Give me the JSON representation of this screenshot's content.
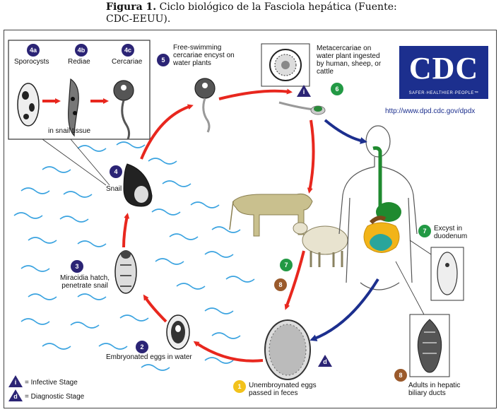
{
  "caption": {
    "figure_label": "Figura 1.",
    "text": " Ciclo biológico de la Fasciola hepática (Fuente: CDC-EEUU)."
  },
  "logo": {
    "main": "CDC",
    "tagline": "SAFER·HEALTHIER·PEOPLE™",
    "url": "http://www.dpd.cdc.gov/dpdx"
  },
  "stages": {
    "s4a": {
      "badge": "4a",
      "label": "Sporocysts"
    },
    "s4b": {
      "badge": "4b",
      "label": "Rediae"
    },
    "s4c": {
      "badge": "4c",
      "label": "Cercariae"
    },
    "snail_tissue": "in snail tissue",
    "s5": {
      "badge": "5",
      "label": "Free-swimming cercariae encyst on water plants"
    },
    "s6": {
      "badge": "6",
      "label": "Metacercariae on water plant ingested by human, sheep, or cattle"
    },
    "s4": {
      "badge": "4",
      "label": "Snail"
    },
    "s3": {
      "badge": "3",
      "label": "Miracidia hatch, penetrate snail"
    },
    "s2": {
      "badge": "2",
      "label": "Embryonated eggs in water"
    },
    "s1": {
      "badge": "1",
      "label": "Unembroynated eggs passed in feces"
    },
    "s7a": {
      "badge": "7",
      "label": "Excyst in duodenum"
    },
    "s7b": {
      "badge": "7"
    },
    "s8a": {
      "badge": "8",
      "label": "Adults in hepatic biliary ducts"
    },
    "s8b": {
      "badge": "8"
    }
  },
  "legend": {
    "infective_symbol": "i",
    "infective_label": "= Infective Stage",
    "diagnostic_symbol": "d",
    "diagnostic_label": "= Diagnostic Stage"
  },
  "colors": {
    "cycle_arrow": "#e8271e",
    "host_arrow": "#1c2f8e",
    "water": "#3aa3e0",
    "badge_purple": "#2b2475",
    "badge_green": "#229944",
    "badge_brown": "#9a5a2c",
    "badge_yellow": "#f2c21b"
  }
}
